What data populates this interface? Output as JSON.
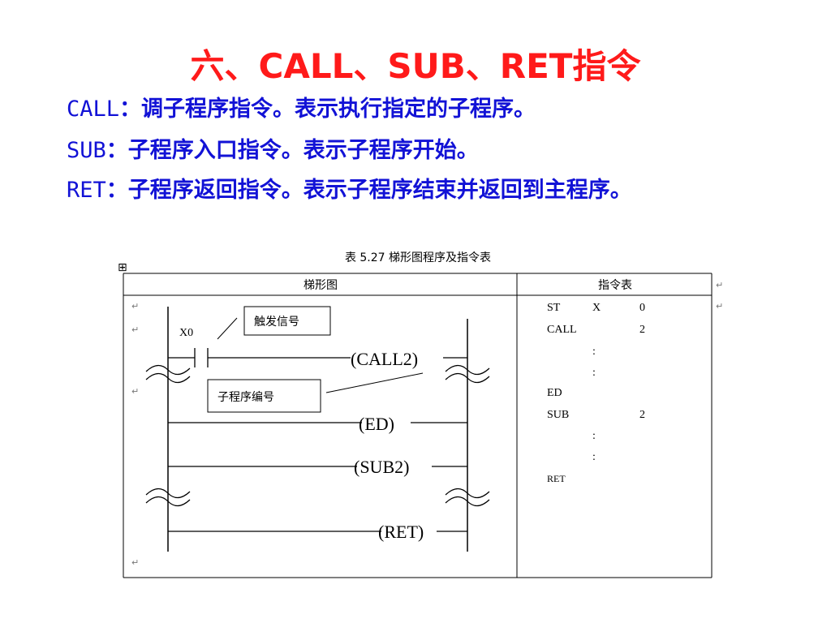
{
  "title": "六、CALL、SUB、RET指令",
  "lines": [
    {
      "key": "CALL",
      "sep": "：",
      "text": "调子程序指令。表示执行指定的子程序。"
    },
    {
      "key": "SUB",
      "sep": "：",
      "text": "子程序入口指令。表示子程序开始。"
    },
    {
      "key": "RET",
      "sep": "：",
      "text": "子程序返回指令。表示子程序结束并返回到主程序。"
    }
  ],
  "table": {
    "caption": "表 5.27   梯形图程序及指令表",
    "col_ladder": "梯形图",
    "col_instr": "指令表",
    "marker": "⊞",
    "return_mark": "↵"
  },
  "ladder": {
    "contact": "X0",
    "callout_trigger": "触发信号",
    "callout_subno": "子程序编号",
    "coils": [
      "(CALL2)",
      "(ED)",
      "(SUB2)",
      "(RET)"
    ]
  },
  "instructions": [
    {
      "op": "ST",
      "arg1": "X",
      "arg2": "0"
    },
    {
      "op": "CALL",
      "arg1": "",
      "arg2": "2"
    },
    {
      "op": "",
      "arg1": ":",
      "arg2": ""
    },
    {
      "op": "",
      "arg1": ":",
      "arg2": ""
    },
    {
      "op": "ED",
      "arg1": "",
      "arg2": ""
    },
    {
      "op": "SUB",
      "arg1": "",
      "arg2": "2"
    },
    {
      "op": "",
      "arg1": ":",
      "arg2": ""
    },
    {
      "op": "",
      "arg1": ":",
      "arg2": ""
    },
    {
      "op": "RET",
      "arg1": "",
      "arg2": ""
    }
  ]
}
